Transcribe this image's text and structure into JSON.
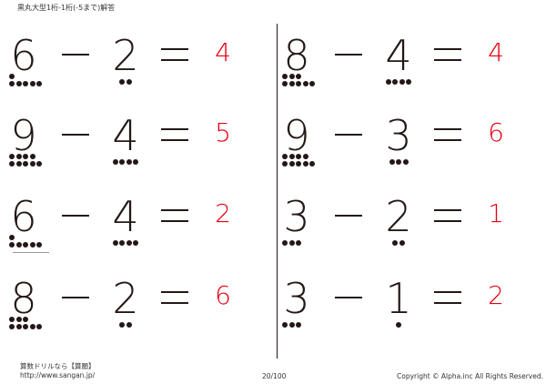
{
  "header": {
    "title": "黒丸大型1桁-1桁(-5まで)解答"
  },
  "problems": [
    {
      "a": "6",
      "b": "2",
      "answer": "4",
      "a_dots": 6,
      "b_dots": 2
    },
    {
      "a": "9",
      "b": "4",
      "answer": "5",
      "a_dots": 9,
      "b_dots": 4
    },
    {
      "a": "6",
      "b": "4",
      "answer": "2",
      "a_dots": 6,
      "b_dots": 4
    },
    {
      "a": "8",
      "b": "2",
      "answer": "6",
      "a_dots": 8,
      "b_dots": 2
    },
    {
      "a": "8",
      "b": "4",
      "answer": "4",
      "a_dots": 8,
      "b_dots": 4
    },
    {
      "a": "9",
      "b": "3",
      "answer": "6",
      "a_dots": 9,
      "b_dots": 3
    },
    {
      "a": "3",
      "b": "2",
      "answer": "1",
      "a_dots": 3,
      "b_dots": 2
    },
    {
      "a": "3",
      "b": "1",
      "answer": "2",
      "a_dots": 3,
      "b_dots": 1
    }
  ],
  "footer": {
    "brand": "算数ドリルなら【算願】",
    "url": "http://www.sangan.jp/",
    "page": "20/100",
    "copyright": "Copyright © Alpha.inc All Rights Reserved."
  }
}
